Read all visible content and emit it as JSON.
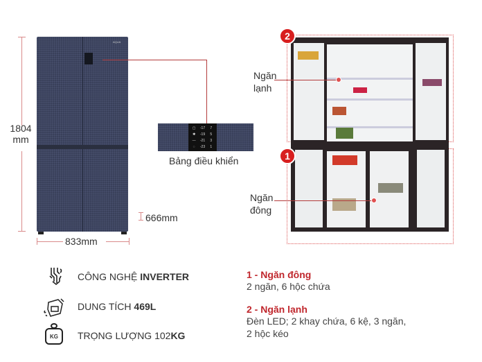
{
  "dimensions": {
    "height_value": "1804",
    "height_unit": "mm",
    "width": "833mm",
    "depth": "666mm"
  },
  "brand_logo": "AQUA",
  "control_panel": {
    "label": "Bảng điều khiển",
    "freezer_temps": [
      "-17",
      "-19",
      "-21",
      "-23"
    ],
    "fridge_temps": [
      "7",
      "5",
      "3",
      "1"
    ]
  },
  "compartments": {
    "fridge": {
      "badge": "2",
      "label_line1": "Ngăn",
      "label_line2": "lạnh"
    },
    "freezer": {
      "badge": "1",
      "label_line1": "Ngăn",
      "label_line2": "đông"
    }
  },
  "features": [
    {
      "icon": "inverter-chip-icon",
      "text": "CÔNG NGHỆ ",
      "bold": "INVERTER"
    },
    {
      "icon": "capacity-box-icon",
      "text": "DUNG TÍCH ",
      "bold": "469L"
    },
    {
      "icon": "weight-kg-icon",
      "text": "TRỌNG LƯỢNG 102",
      "bold": "KG",
      "icon_text": "KG"
    }
  ],
  "specs": [
    {
      "title": "1 - Ngăn đông",
      "lines": [
        "2 ngăn, 6 hộc chứa"
      ]
    },
    {
      "title": "2 - Ngăn lạnh",
      "lines": [
        "Đèn LED; 2 khay chứa, 6 kệ, 3 ngăn,",
        "2 hộc kéo"
      ]
    }
  ],
  "colors": {
    "accent": "#c0272d",
    "badge": "#d81f1f",
    "fridge": "#39405a"
  }
}
